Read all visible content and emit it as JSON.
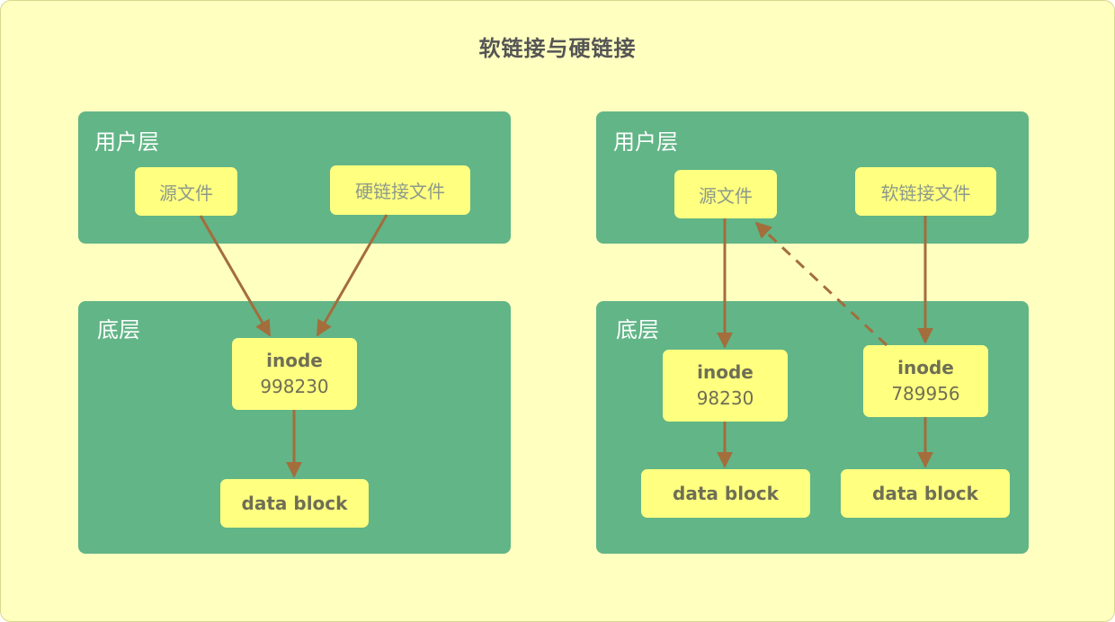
{
  "title": "软链接与硬链接",
  "colors": {
    "background": "#ffffc0",
    "layer": "#62b587",
    "box": "#ffff80",
    "arrow": "#a36d3c"
  },
  "hard_link": {
    "user_layer_label": "用户层",
    "source_file": "源文件",
    "link_file": "硬链接文件",
    "bottom_layer_label": "底层",
    "inode_label": "inode",
    "inode_number": "998230",
    "data_block": "data block"
  },
  "soft_link": {
    "user_layer_label": "用户层",
    "source_file": "源文件",
    "link_file": "软链接文件",
    "bottom_layer_label": "底层",
    "inode_left_label": "inode",
    "inode_left_number": "98230",
    "inode_right_label": "inode",
    "inode_right_number": "789956",
    "data_block_left": "data block",
    "data_block_right": "data block"
  }
}
